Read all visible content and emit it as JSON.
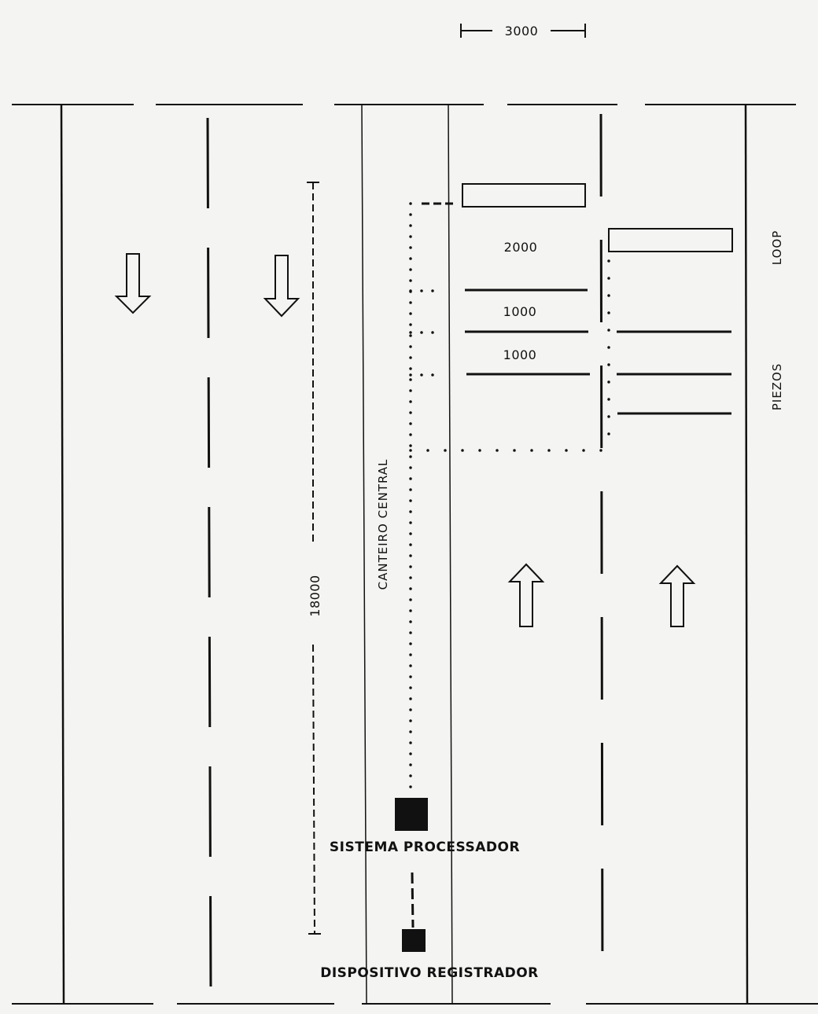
{
  "labels": {
    "top_dimension": "3000",
    "vertical_dimension": "18000",
    "loop_spacing": "2000",
    "piezo_spacing_1": "1000",
    "piezo_spacing_2": "1000",
    "loop": "LOOP",
    "piezos": "PIEZOS",
    "median": "CANTEIRO CENTRAL",
    "processor": "SISTEMA PROCESSADOR",
    "recorder": "DISPOSITIVO REGISTRADOR"
  },
  "colors": {
    "ink": "#111111",
    "paper": "#f4f4f2"
  }
}
